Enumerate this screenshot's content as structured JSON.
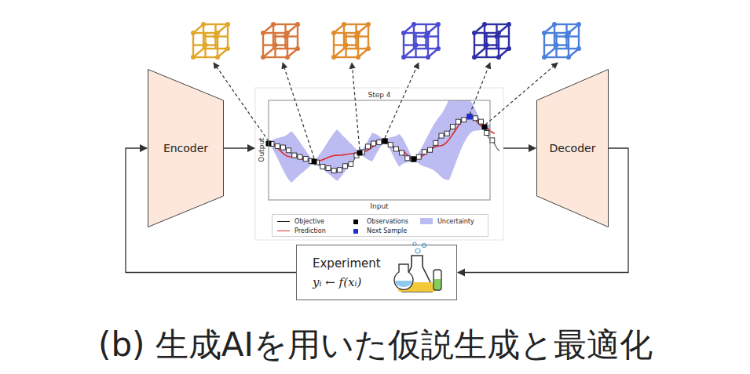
{
  "diagram": {
    "caption": "(b) 生成AIを用いた仮説生成と最適化",
    "nodes": [
      {
        "text": [
          "Encoder"
        ]
      },
      {
        "text": [
          "Step 4"
        ]
      },
      {
        "text": [
          "Decoder"
        ]
      },
      {
        "text": [
          "Experiment",
          "yᵢ ← f(xᵢ)"
        ]
      }
    ],
    "edges": [
      {
        "from": 0,
        "to": 1,
        "arrow": "to"
      },
      {
        "from": 1,
        "to": 2,
        "arrow": "to"
      },
      {
        "from": 2,
        "to": 3,
        "arrow": "to"
      },
      {
        "from": 3,
        "to": 0,
        "arrow": "to"
      }
    ],
    "labels": [
      "Output",
      "Input"
    ],
    "legend": [
      {
        "text": "Objective"
      },
      {
        "text": "Observations",
        "color": "#000000"
      },
      {
        "text": "Uncertainty",
        "color": "#bcbcf2"
      },
      {
        "text": "Prediction"
      },
      {
        "text": "Next Sample",
        "color": "#1f2fd6"
      }
    ]
  }
}
